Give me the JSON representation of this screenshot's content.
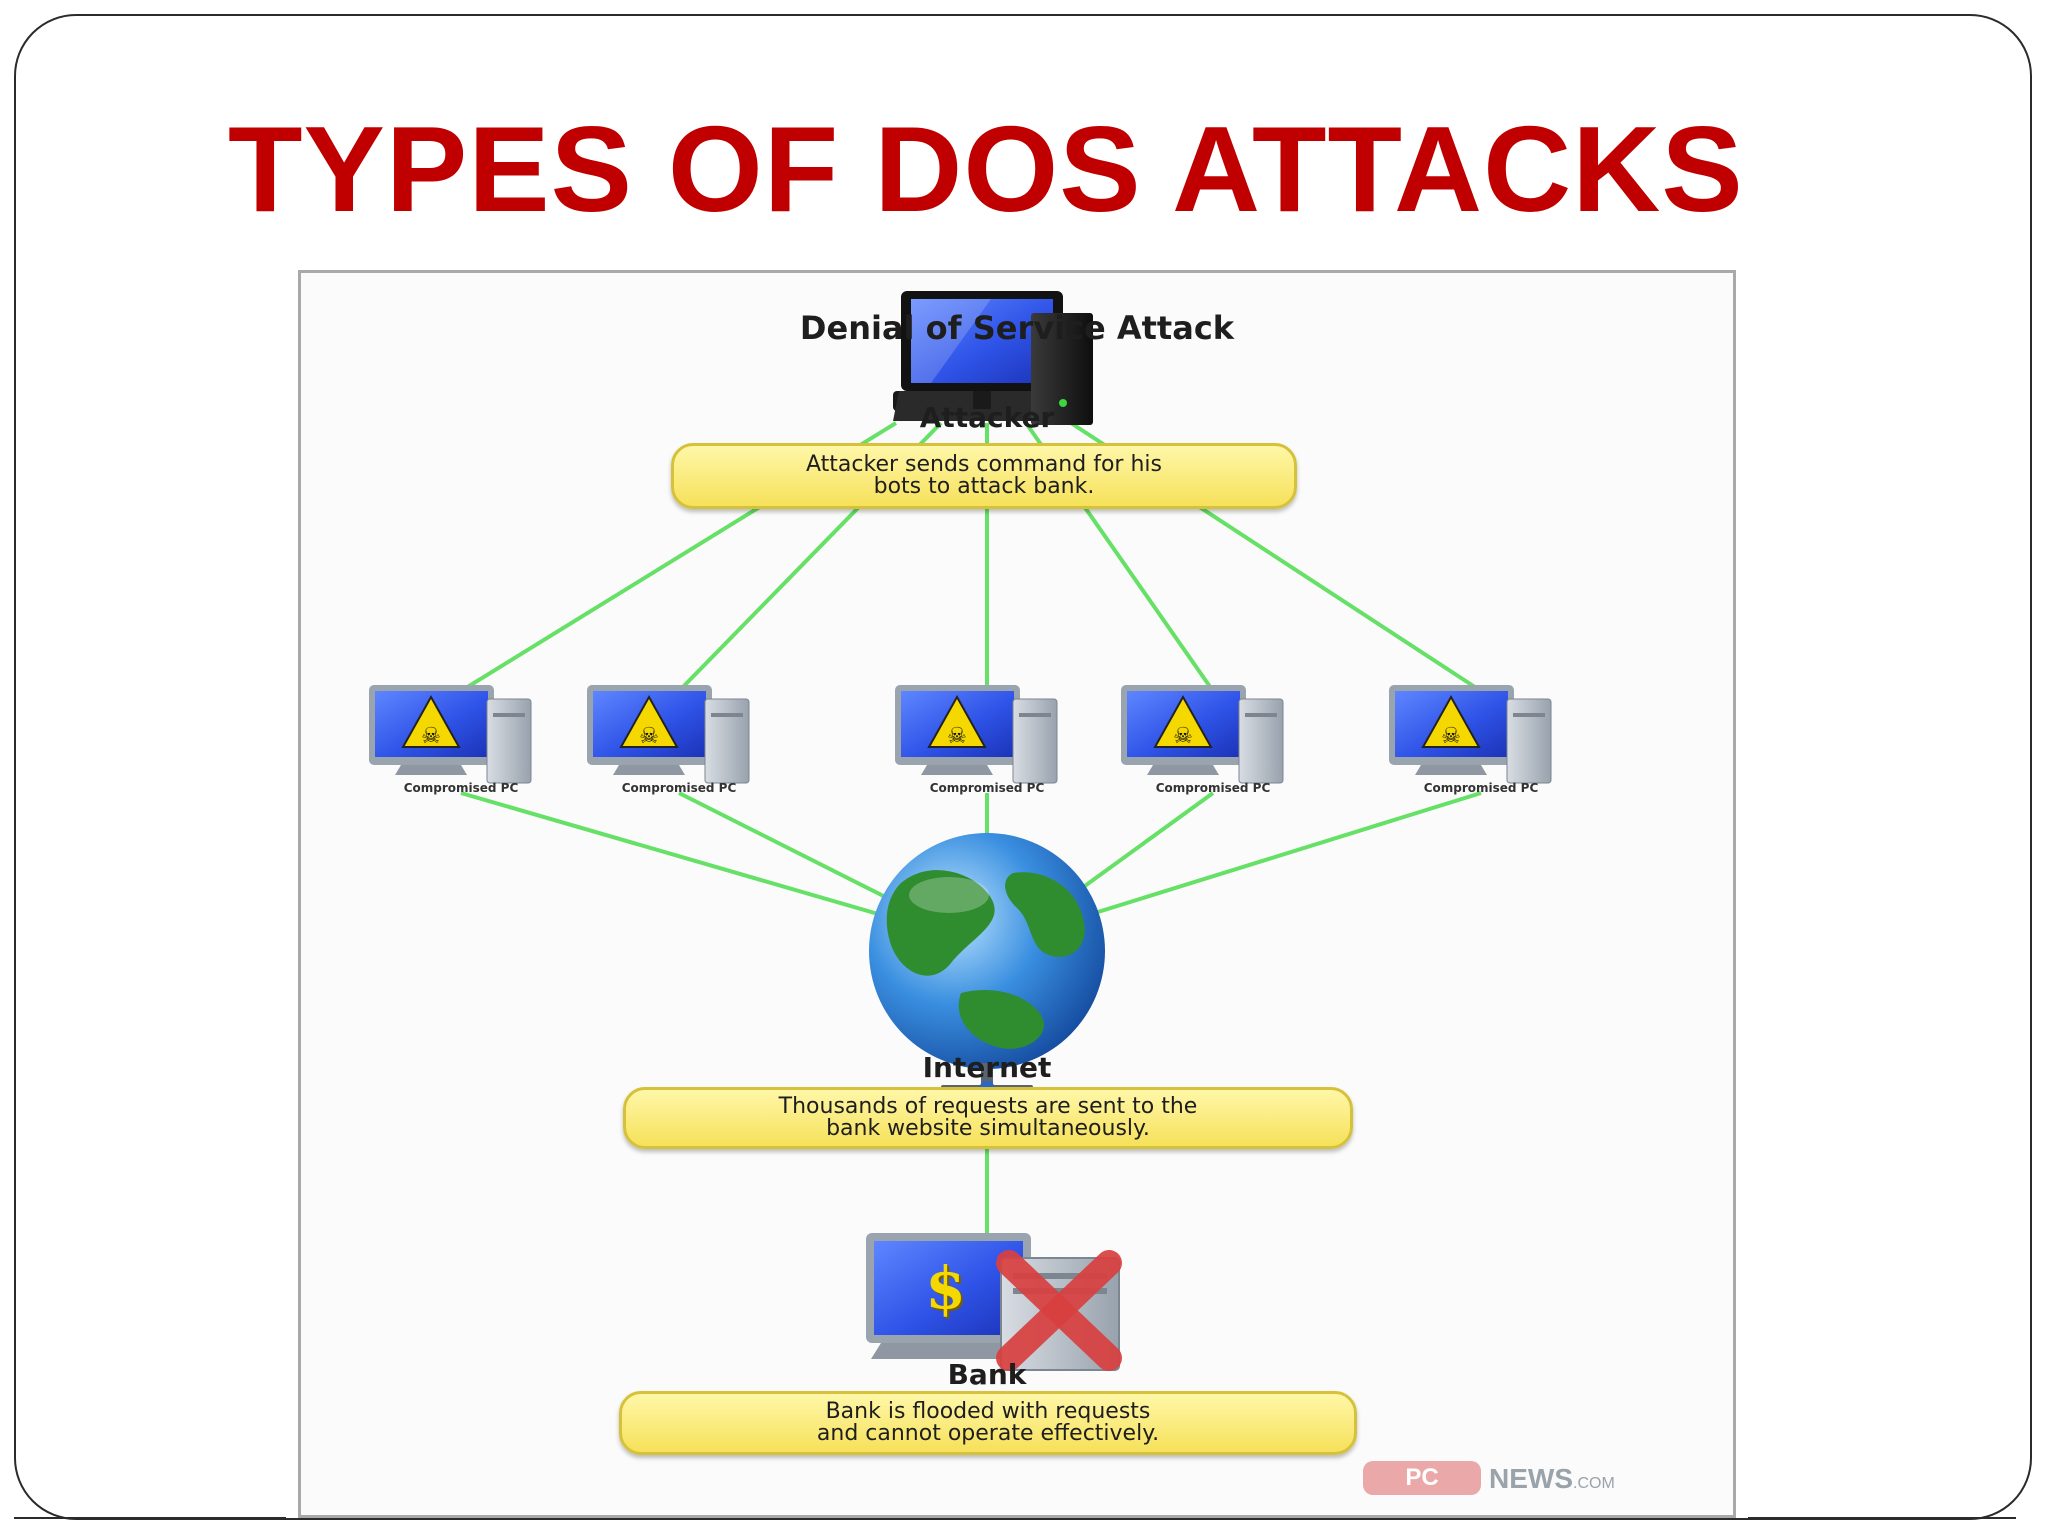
{
  "slide": {
    "title": "TYPES OF DOS ATTACKS"
  },
  "diagram": {
    "title": "Denial of Service Attack",
    "attacker": {
      "label": "Attacker",
      "callout": "Attacker sends command for his\nbots to attack bank."
    },
    "bots": [
      {
        "label": "Compromised PC"
      },
      {
        "label": "Compromised PC"
      },
      {
        "label": "Compromised PC"
      },
      {
        "label": "Compromised PC"
      },
      {
        "label": "Compromised PC"
      }
    ],
    "internet": {
      "label": "Internet",
      "callout": "Thousands of requests are sent to the\nbank website simultaneously."
    },
    "bank": {
      "label": "Bank",
      "symbol": "$",
      "callout": "Bank is flooded with requests\nand cannot operate effectively."
    },
    "watermark": {
      "logo": "PC",
      "text": "NEWS",
      "suffix": ".COM"
    },
    "colors": {
      "connector": "#66e066",
      "callout_fill": "#f8e870",
      "warning": "#f5d800",
      "screen": "#2f54e8",
      "title_red": "#c00000"
    }
  }
}
